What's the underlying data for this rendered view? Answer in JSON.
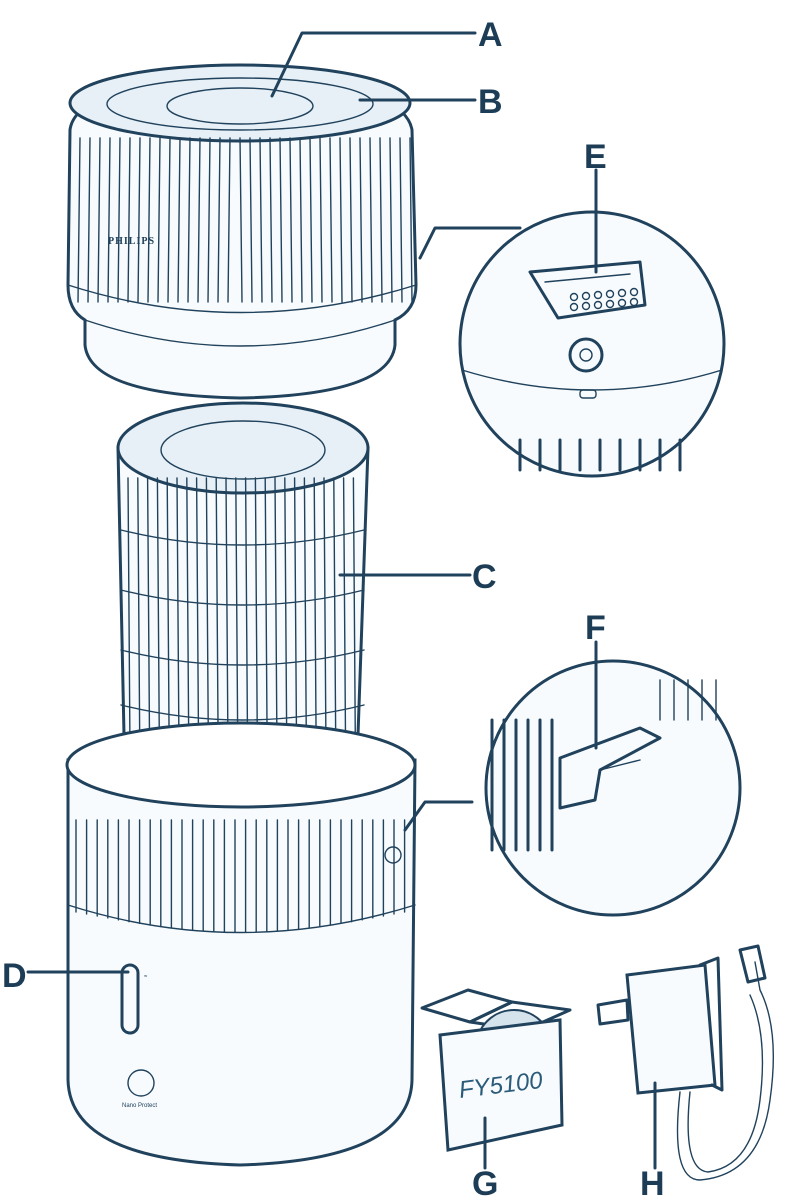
{
  "labels": {
    "a": "A",
    "b": "B",
    "c": "C",
    "d": "D",
    "e": "E",
    "f": "F",
    "g": "G",
    "h": "H"
  },
  "brand_text": "PHILIPS",
  "box_text": "FY5100",
  "base_logo_text": "Nano Protect",
  "colors": {
    "line": "#21425c",
    "fill": "#e6f0f6"
  }
}
